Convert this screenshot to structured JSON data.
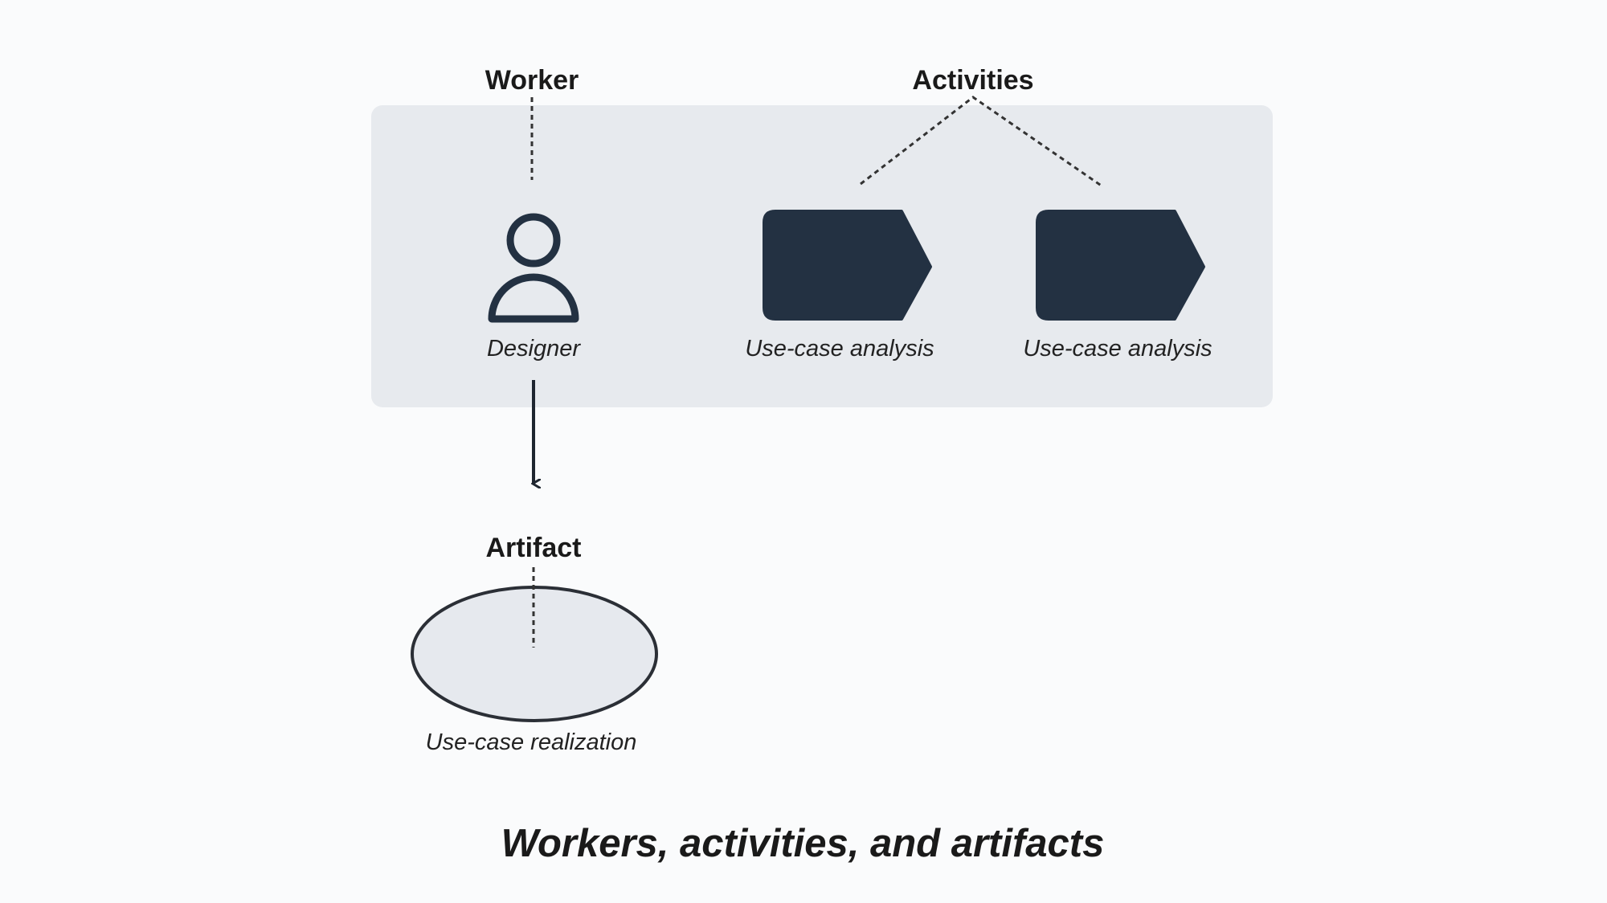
{
  "labels": {
    "worker": "Worker",
    "activities": "Activities",
    "artifact": "Artifact",
    "designer": "Designer",
    "activity_1": "Use-case analysis",
    "activity_2": "Use-case analysis",
    "artifact_name": "Use-case realization"
  },
  "caption": "Workers, activities, and artifacts",
  "colors": {
    "background": "#fafbfc",
    "panel": "#e7eaee",
    "shape_dark": "#233142",
    "outline": "#2b2f36",
    "ellipse_fill": "#e6e9ee"
  },
  "icons": {
    "worker": "person-icon",
    "activity": "pentagon-arrow-icon",
    "artifact": "ellipse-icon"
  }
}
